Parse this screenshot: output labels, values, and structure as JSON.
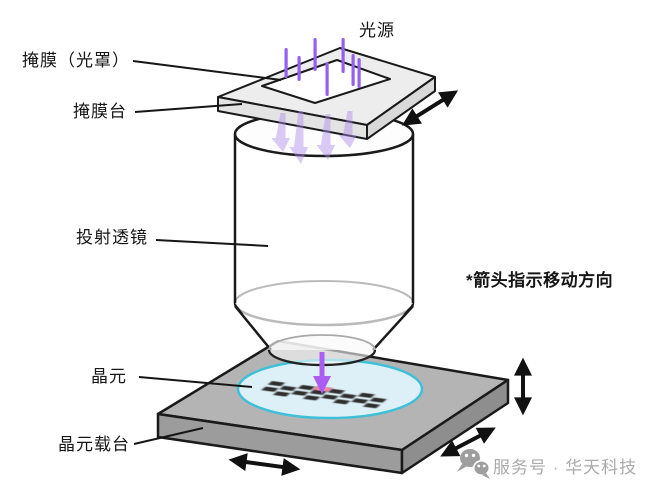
{
  "diagram": {
    "labels": {
      "light_source": "光源",
      "mask": "掩膜（光罩）",
      "mask_stage": "掩膜台",
      "projection_lens": "投射透镜",
      "wafer": "晶元",
      "wafer_stage": "晶元载台"
    },
    "note": "*箭头指示移动方向",
    "watermark": {
      "icon": "wechat-icon",
      "text": "服务号 · 华天科技"
    },
    "icons": {
      "wechat": "wechat-icon",
      "mask_stage_motion": "double-arrow-diagonal-icon",
      "wafer_stage_motion_x": "double-arrow-horizontal-icon",
      "wafer_stage_motion_y": "double-arrow-diagonal-icon",
      "wafer_stage_motion_z": "double-arrow-vertical-icon",
      "exposure_beam": "down-arrow-icon"
    },
    "colors": {
      "ray_purple": "#9460ef",
      "soft_ray_purple": "#b9a0f0",
      "exposure_arrow_purple": "#aa5df0",
      "wafer_fill": "#ddf0f7",
      "wafer_border": "#3fc0d8",
      "stage_top_gray": "#b4b4b4",
      "stage_side_gray": "#8e8e8e",
      "plate_gray": "#ededed",
      "die_dark": "#2e2e2e",
      "die_highlight_pink": "#f48caf",
      "outline_black": "#1a1a1a",
      "watermark_gray": "#ababab"
    }
  }
}
